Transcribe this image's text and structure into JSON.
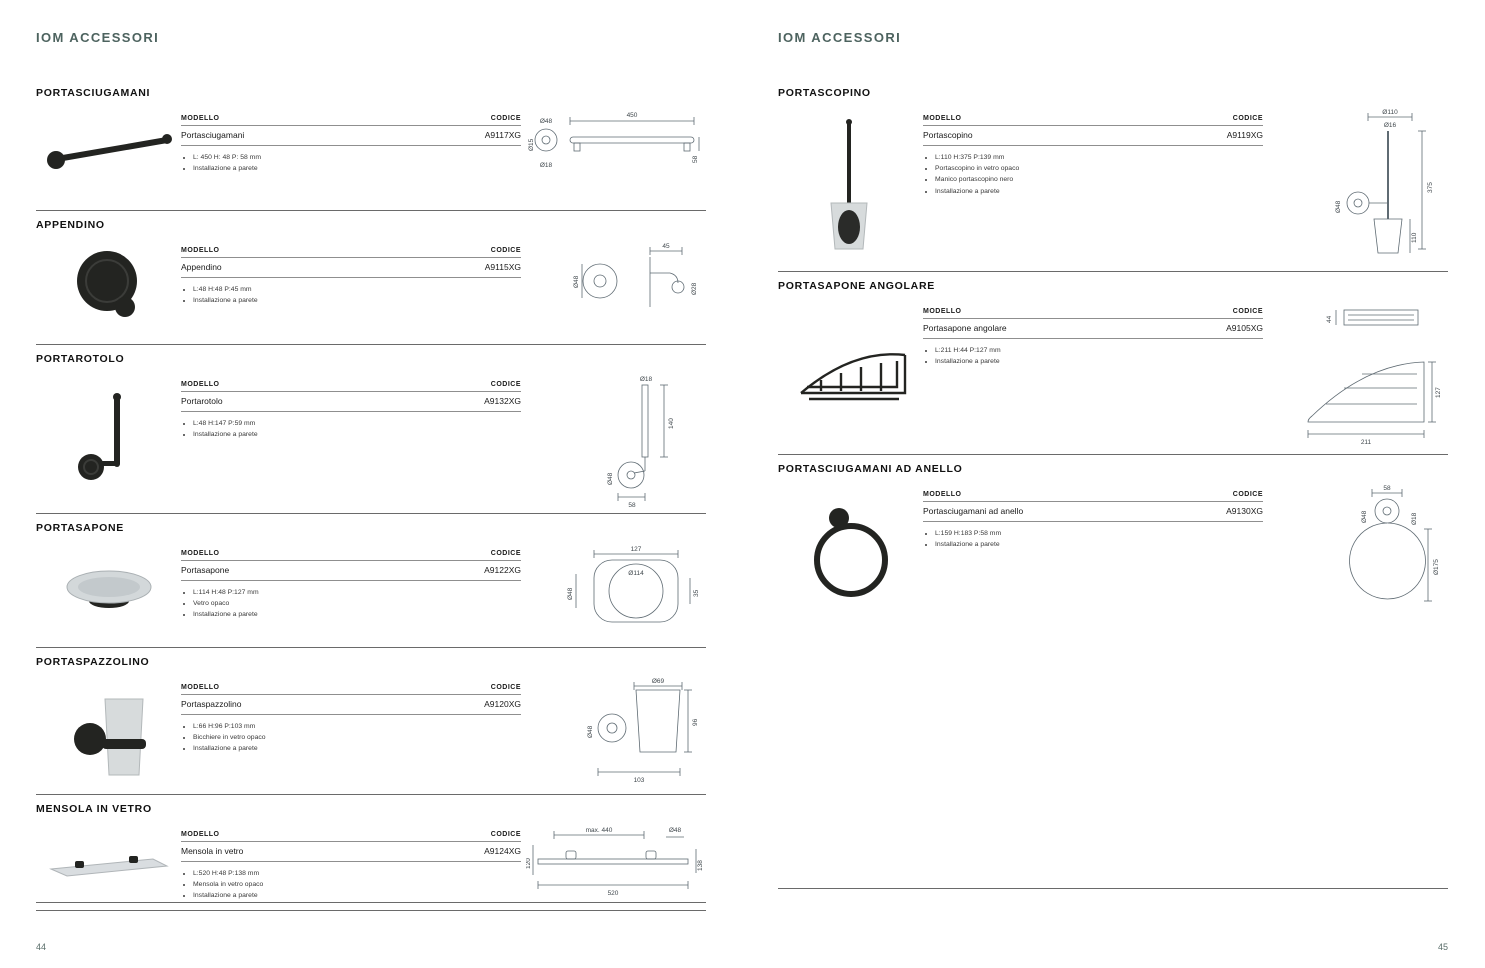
{
  "labels": {
    "model_header": "MODELLO",
    "code_header": "CODICE"
  },
  "accent": "#4d635f",
  "pages": [
    {
      "header": "IOM ACCESSORI",
      "page_number": "44",
      "sections": [
        {
          "title": "PORTASCIUGAMANI",
          "model": "Portasciugamani",
          "code": "A9117XG",
          "bullets": [
            "L: 450 H: 48 P: 58 mm",
            "Installazione a parete"
          ],
          "dims": [
            "450",
            "Ø48",
            "Ø15",
            "Ø18",
            "58"
          ]
        },
        {
          "title": "APPENDINO",
          "model": "Appendino",
          "code": "A9115XG",
          "bullets": [
            "L:48 H:48 P:45 mm",
            "Installazione a parete"
          ],
          "dims": [
            "45",
            "Ø48",
            "Ø28"
          ]
        },
        {
          "title": "PORTAROTOLO",
          "model": "Portarotolo",
          "code": "A9132XG",
          "bullets": [
            "L:48 H:147 P:59 mm",
            "Installazione a parete"
          ],
          "dims": [
            "Ø18",
            "140",
            "Ø48",
            "58"
          ]
        },
        {
          "title": "PORTASAPONE",
          "model": "Portasapone",
          "code": "A9122XG",
          "bullets": [
            "L:114 H:48 P:127 mm",
            "Vetro opaco",
            "Installazione a parete"
          ],
          "dims": [
            "127",
            "Ø114",
            "Ø48",
            "35"
          ]
        },
        {
          "title": "PORTASPAZZOLINO",
          "model": "Portaspazzolino",
          "code": "A9120XG",
          "bullets": [
            "L:66 H:96 P:103 mm",
            "Bicchiere in vetro opaco",
            "Installazione a parete"
          ],
          "dims": [
            "Ø69",
            "Ø48",
            "96",
            "103"
          ]
        },
        {
          "title": "MENSOLA IN VETRO",
          "model": "Mensola in vetro",
          "code": "A9124XG",
          "bullets": [
            "L:520 H:48 P:138 mm",
            "Mensola in vetro opaco",
            "Installazione a parete"
          ],
          "dims": [
            "max. 440",
            "Ø48",
            "120",
            "138",
            "520"
          ]
        }
      ]
    },
    {
      "header": "IOM ACCESSORI",
      "page_number": "45",
      "sections": [
        {
          "title": "PORTASCOPINO",
          "model": "Portascopino",
          "code": "A9119XG",
          "bullets": [
            "L:110 H:375 P:139 mm",
            "Portascopino in vetro opaco",
            "Manico portascopino nero",
            "Installazione a parete"
          ],
          "dims": [
            "Ø110",
            "Ø16",
            "375",
            "Ø48",
            "110"
          ]
        },
        {
          "title": "PORTASAPONE ANGOLARE",
          "model": "Portasapone angolare",
          "code": "A9105XG",
          "bullets": [
            "L:211 H:44 P:127 mm",
            "Installazione a parete"
          ],
          "dims": [
            "44",
            "127",
            "211"
          ]
        },
        {
          "title": "PORTASCIUGAMANI AD ANELLO",
          "model": "Portasciugamani ad anello",
          "code": "A9130XG",
          "bullets": [
            "L:159 H:183 P:58 mm",
            "Installazione a parete"
          ],
          "dims": [
            "58",
            "Ø48",
            "Ø18",
            "Ø175"
          ]
        }
      ]
    }
  ]
}
